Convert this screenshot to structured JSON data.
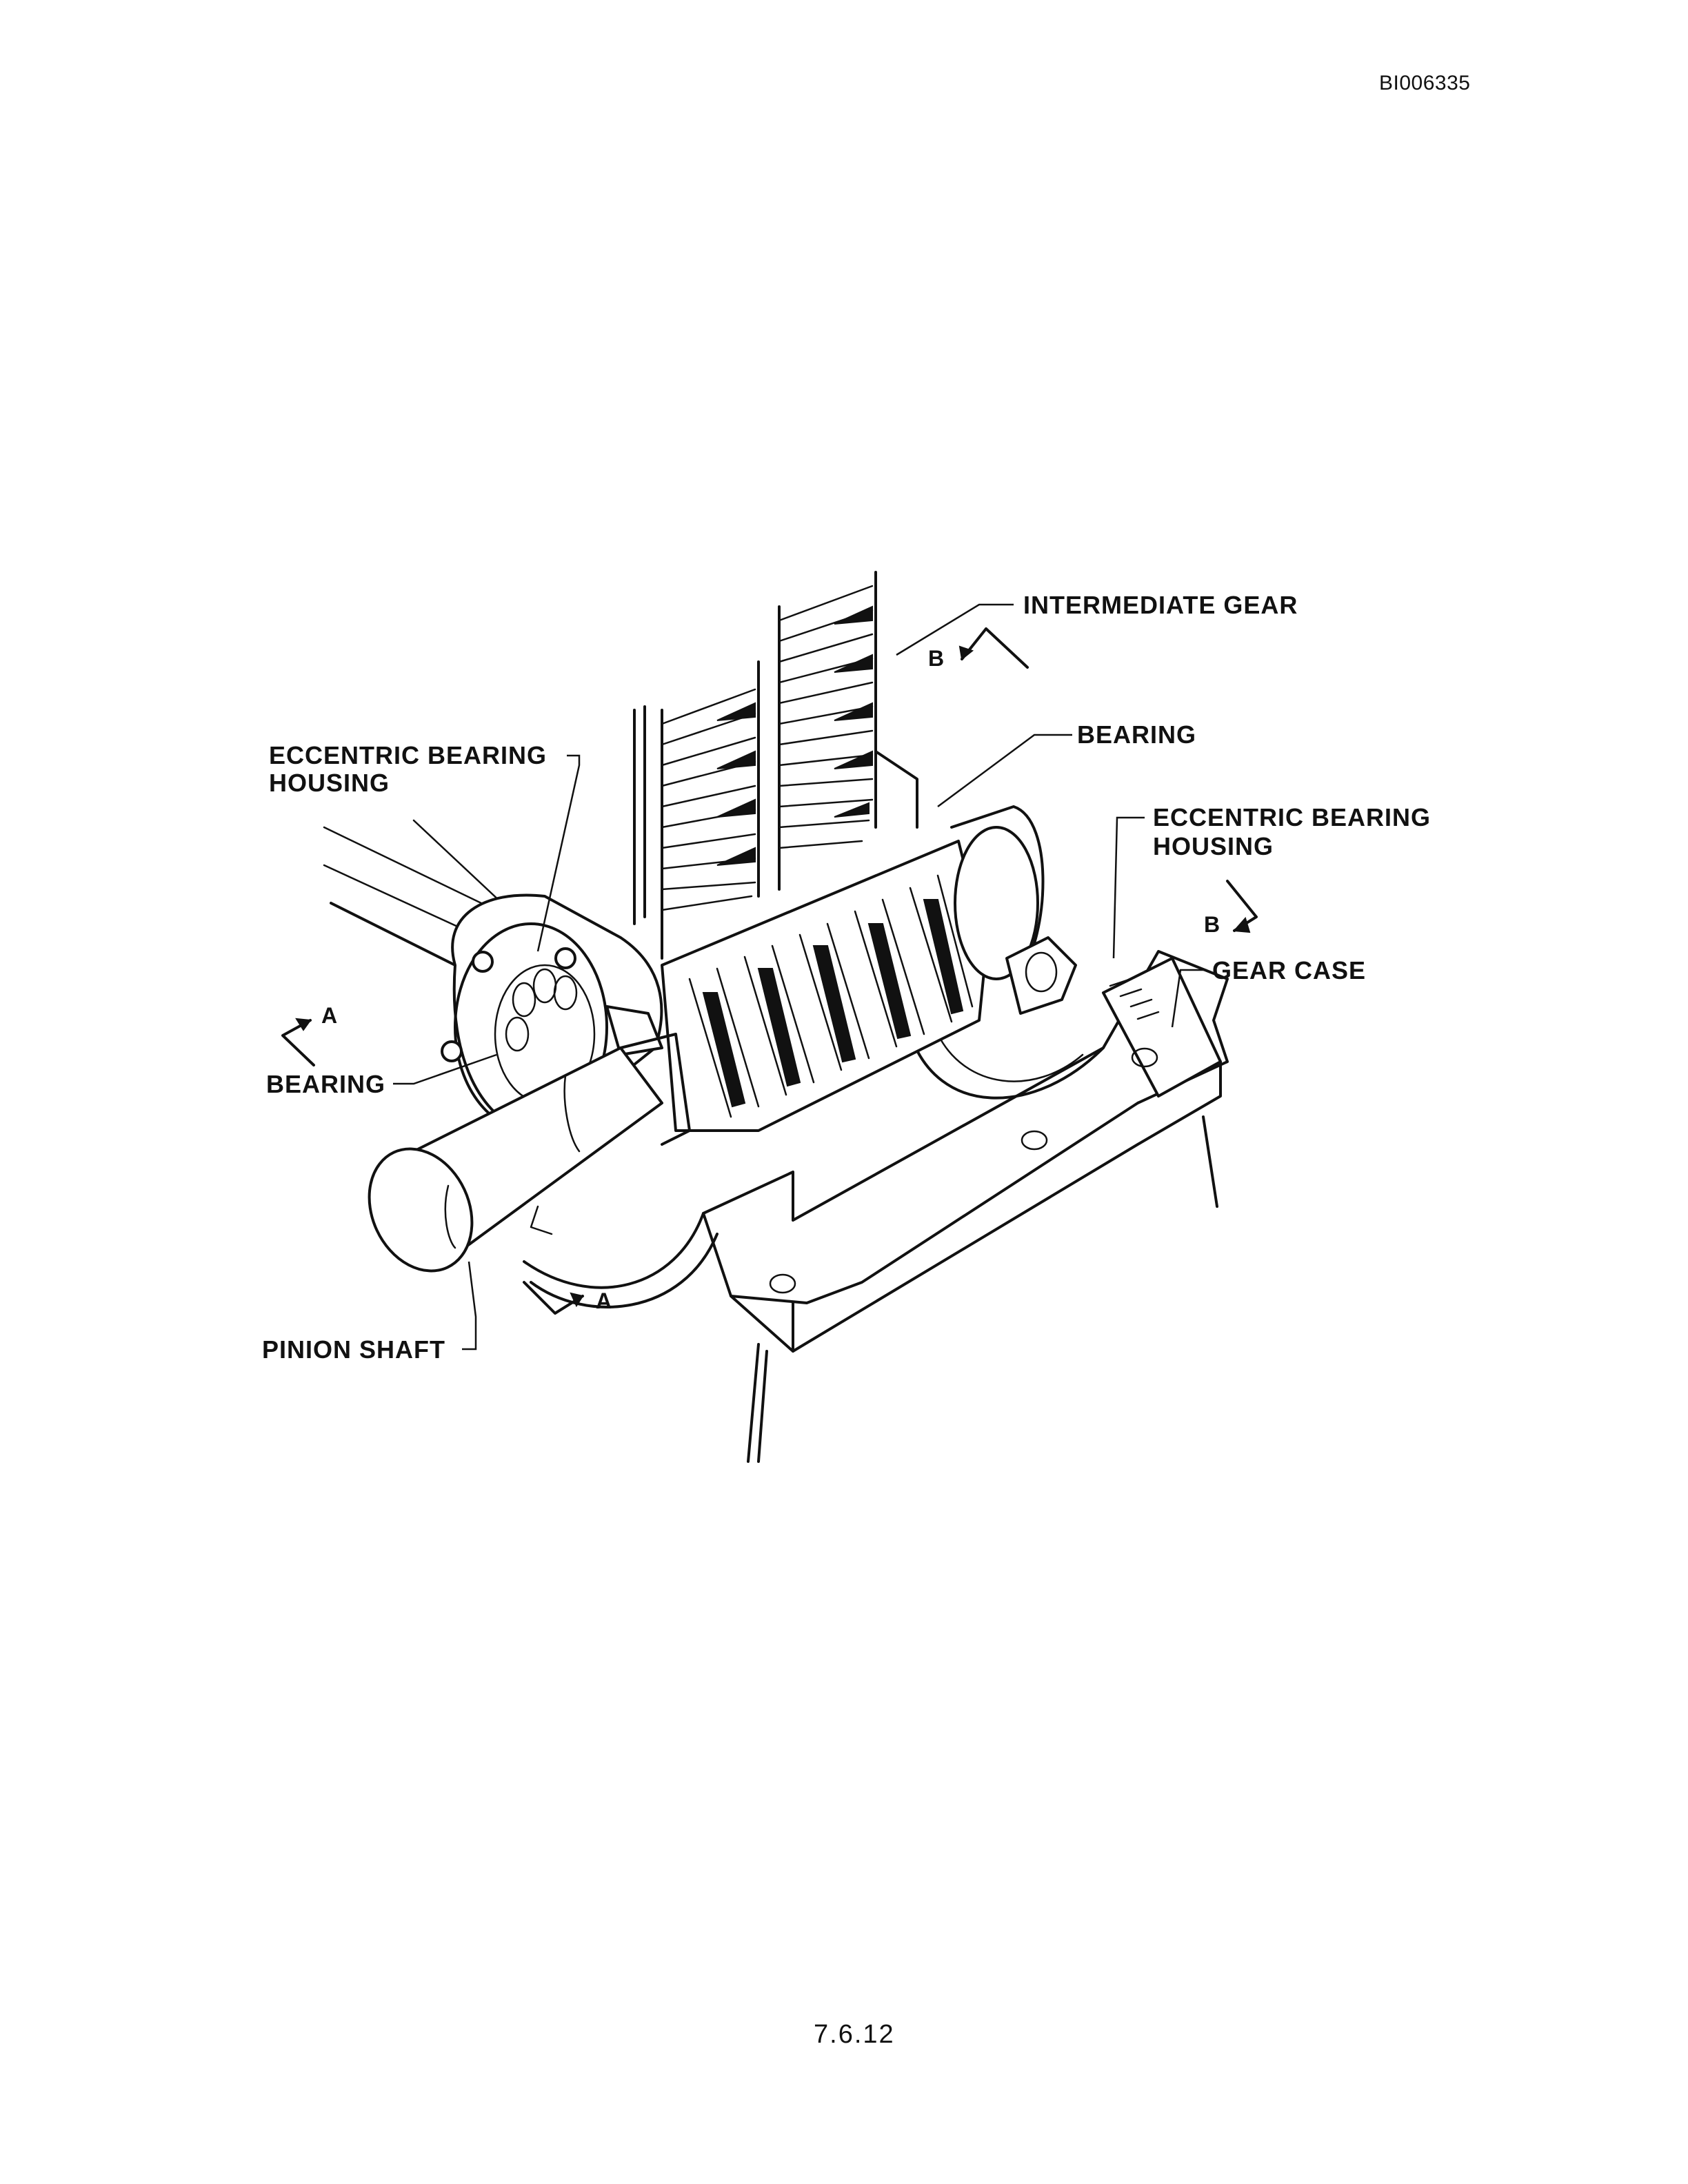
{
  "header": {
    "doc_id": "BI006335"
  },
  "footer": {
    "page_number": "7.6.12"
  },
  "diagram": {
    "labels": {
      "intermediate_gear": "INTERMEDIATE GEAR",
      "bearing_upper": "BEARING",
      "eccentric_left_line1": "ECCENTRIC BEARING",
      "eccentric_left_line2": "HOUSING",
      "eccentric_right_line1": "ECCENTRIC BEARING",
      "eccentric_right_line2": "HOUSING",
      "gear_case": "GEAR CASE",
      "bearing_left": "BEARING",
      "pinion_shaft": "PINION SHAFT"
    },
    "section_markers": {
      "a_left": "A",
      "a_bottom": "A",
      "b_top": "B",
      "b_right": "B"
    }
  }
}
